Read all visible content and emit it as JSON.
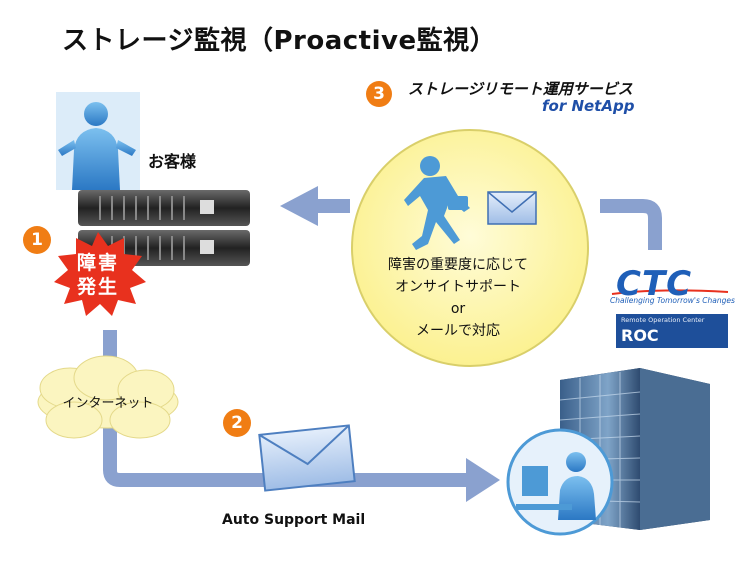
{
  "title": "ストレージ監視（Proactive監視）",
  "service": {
    "number": "3",
    "title": "ストレージリモート運用サービス",
    "subtitle": "for NetApp"
  },
  "customer_label": "お客様",
  "step1": {
    "number": "1",
    "label": "障害\n発生"
  },
  "internet_label": "インターネット",
  "step2": {
    "number": "2",
    "caption": "Auto Support Mail"
  },
  "support_circle_text": "障害の重要度に応じて\nオンサイトサポート\nor\nメールで対応",
  "ctc": {
    "logo": "CTC",
    "tagline": "Challenging Tomorrow's Changes",
    "roc_small": "Remote Operation Center",
    "roc_big": "ROC"
  },
  "colors": {
    "arrow": "#8aa1cf",
    "circle_fill": "#fdf6a6",
    "burst": "#e8311e",
    "step_badge": "#f07d14",
    "cloud": "#fbf5c0",
    "person": "#4d9ad6",
    "ctc_blue": "#1f5fb8"
  }
}
